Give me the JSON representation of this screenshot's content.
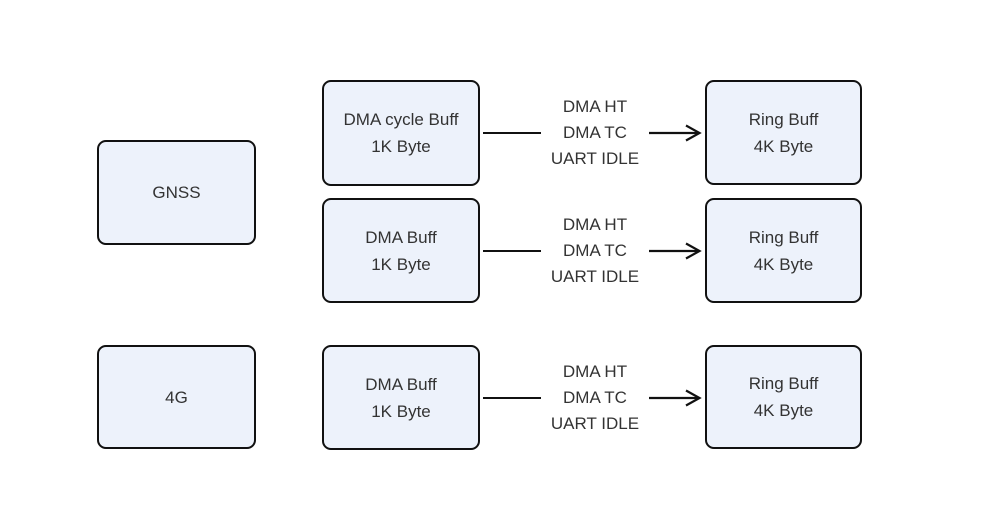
{
  "diagram": {
    "sources": [
      {
        "label": "GNSS"
      },
      {
        "label": "4G"
      }
    ],
    "rows": [
      {
        "buffer_title": "DMA cycle Buff",
        "buffer_size": "1K Byte",
        "events": [
          "DMA HT",
          "DMA TC",
          "UART IDLE"
        ],
        "target_title": "Ring Buff",
        "target_size": "4K Byte"
      },
      {
        "buffer_title": "DMA Buff",
        "buffer_size": "1K Byte",
        "events": [
          "DMA HT",
          "DMA TC",
          "UART IDLE"
        ],
        "target_title": "Ring Buff",
        "target_size": "4K Byte"
      },
      {
        "buffer_title": "DMA Buff",
        "buffer_size": "1K Byte",
        "events": [
          "DMA HT",
          "DMA TC",
          "UART IDLE"
        ],
        "target_title": "Ring Buff",
        "target_size": "4K Byte"
      }
    ],
    "colors": {
      "background": "#ffffff",
      "box_fill": "#edf2fb",
      "box_border": "#111111",
      "text": "#333333",
      "line": "#111111"
    }
  }
}
